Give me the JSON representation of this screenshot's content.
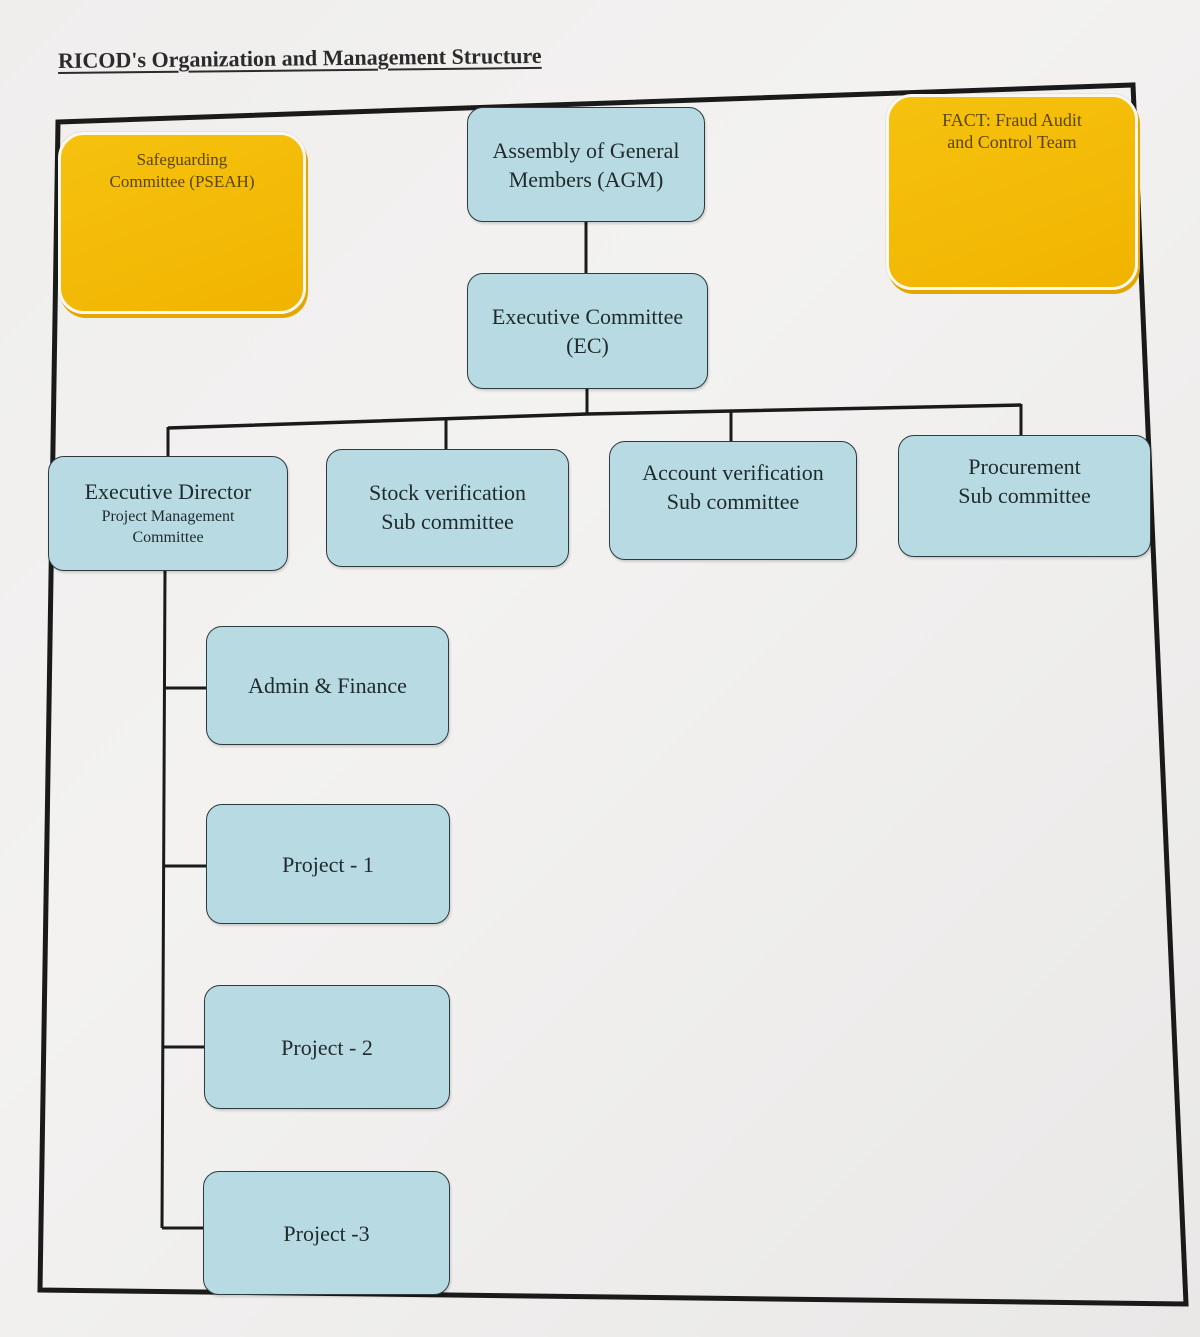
{
  "document": {
    "title": "RICOD's Organization and Management Structure"
  },
  "side_boxes": {
    "safeguarding": {
      "line1": "Safeguarding",
      "line2": "Committee (PSEAH)"
    },
    "fact": {
      "line1": "FACT: Fraud Audit",
      "line2": "and Control Team"
    }
  },
  "nodes": {
    "agm": {
      "line1": "Assembly of General",
      "line2": "Members (AGM)"
    },
    "ec": {
      "line1": "Executive Committee",
      "line2": "(EC)"
    },
    "executive_director": {
      "line1": "Executive Director",
      "line2": "Project Management",
      "line3": "Committee"
    },
    "stock_verification": {
      "line1": "Stock verification",
      "line2": "Sub committee"
    },
    "account_verification": {
      "line1": "Account verification",
      "line2": "Sub committee"
    },
    "procurement": {
      "line1": "Procurement",
      "line2": "Sub committee"
    },
    "admin_finance": {
      "label": "Admin & Finance"
    },
    "project_1": {
      "label": "Project - 1"
    },
    "project_2": {
      "label": "Project - 2"
    },
    "project_3": {
      "label": "Project -3"
    }
  },
  "colors": {
    "node_fill": "#b8dbe3",
    "side_box_fill": "#f2b705",
    "line": "#1a1a1a"
  }
}
